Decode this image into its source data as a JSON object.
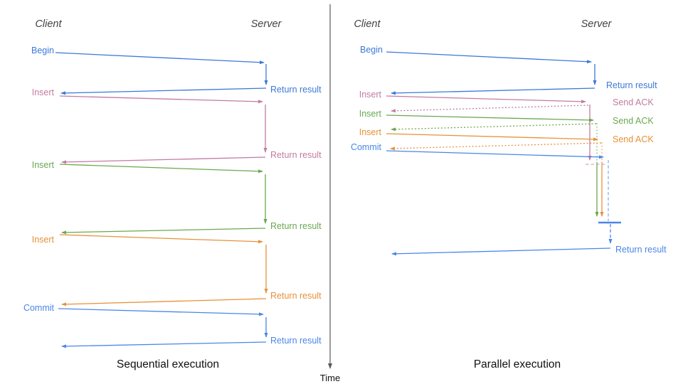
{
  "colors": {
    "blue": "#3d78d8",
    "commit_blue": "#4a86e8",
    "pink": "#c27ba0",
    "green": "#6aa84f",
    "orange": "#e69138",
    "pink_light": "#d5a6bd",
    "green_light": "#93c47d",
    "orange_light": "#f6b26b",
    "blue_light": "#8ab0f0",
    "axis_gray": "#595959",
    "header_gray": "#434343",
    "caption_black": "#111111"
  },
  "left": {
    "caption": "Sequential execution",
    "client_header": "Client",
    "server_header": "Server",
    "rows": [
      {
        "label": "Begin",
        "color": "blue",
        "return_label": "Return result"
      },
      {
        "label": "Insert",
        "color": "pink",
        "return_label": "Return result"
      },
      {
        "label": "Insert",
        "color": "green",
        "return_label": "Return result"
      },
      {
        "label": "Insert",
        "color": "orange",
        "return_label": "Return result"
      },
      {
        "label": "Commit",
        "color": "commit_blue",
        "return_label": "Return result"
      }
    ]
  },
  "right": {
    "caption": "Parallel execution",
    "client_header": "Client",
    "server_header": "Server",
    "begin": {
      "label": "Begin",
      "color": "blue",
      "return_label": "Return result"
    },
    "inserts": [
      {
        "label": "Insert",
        "color": "pink",
        "ack_label": "Send ACK"
      },
      {
        "label": "Insert",
        "color": "green",
        "ack_label": "Send ACK"
      },
      {
        "label": "Insert",
        "color": "orange",
        "ack_label": "Send ACK"
      }
    ],
    "commit": {
      "label": "Commit",
      "color": "commit_blue"
    },
    "final_return_label": "Return result"
  },
  "time_axis": {
    "label": "Time"
  }
}
